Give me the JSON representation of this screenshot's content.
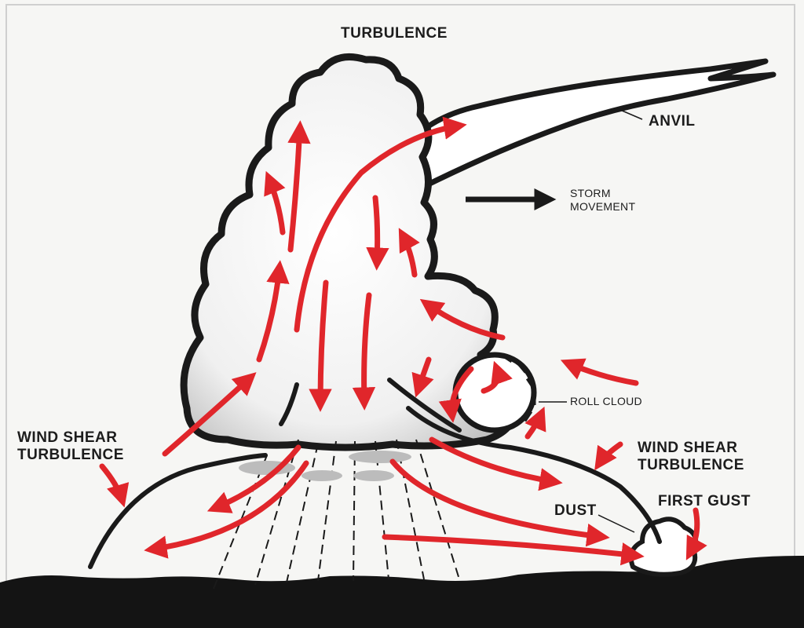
{
  "labels": {
    "turbulence": "TURBULENCE",
    "anvil": "ANVIL",
    "storm_movement": {
      "line1": "STORM",
      "line2": "MOVEMENT"
    },
    "roll_cloud": "ROLL CLOUD",
    "wind_shear_left": {
      "line1": "WIND SHEAR",
      "line2": "TURBULENCE"
    },
    "wind_shear_right": {
      "line1": "WIND SHEAR",
      "line2": "TURBULENCE"
    },
    "dust": "DUST",
    "first_gust": "FIRST GUST"
  },
  "colors": {
    "airflow_arrow": "#e0262b",
    "outline": "#1a1a1a",
    "ground": "#141414",
    "cloud_fill": "#ffffff",
    "background": "#f6f6f4"
  }
}
